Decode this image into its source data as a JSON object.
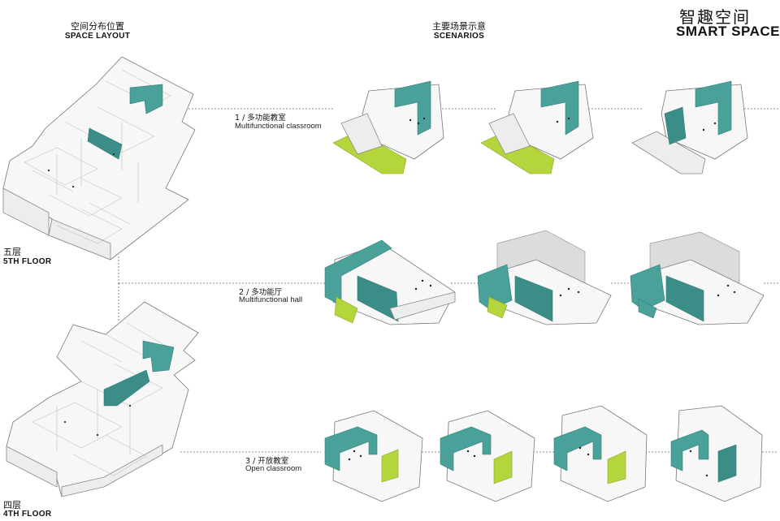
{
  "header": {
    "layout_zh": "空间分布位置",
    "layout_en": "SPACE LAYOUT",
    "scenarios_zh": "主要场景示意",
    "scenarios_en": "SCENARIOS",
    "brand_zh": "智趣空间",
    "brand_en": "SMART SPACE"
  },
  "floors": [
    {
      "zh": "五层",
      "en": "5TH FLOOR"
    },
    {
      "zh": "四层",
      "en": "4TH FLOOR"
    }
  ],
  "rows": [
    {
      "num": "1 / 多功能教室",
      "en": "Multifunctional classroom"
    },
    {
      "num": "2 / 多功能厅",
      "en": "Multifunctional hall"
    },
    {
      "num": "3 / 开放教室",
      "en": "Open classroom"
    }
  ],
  "colors": {
    "teal": "#4aa19a",
    "green": "#b4d53c",
    "line": "#777777"
  }
}
